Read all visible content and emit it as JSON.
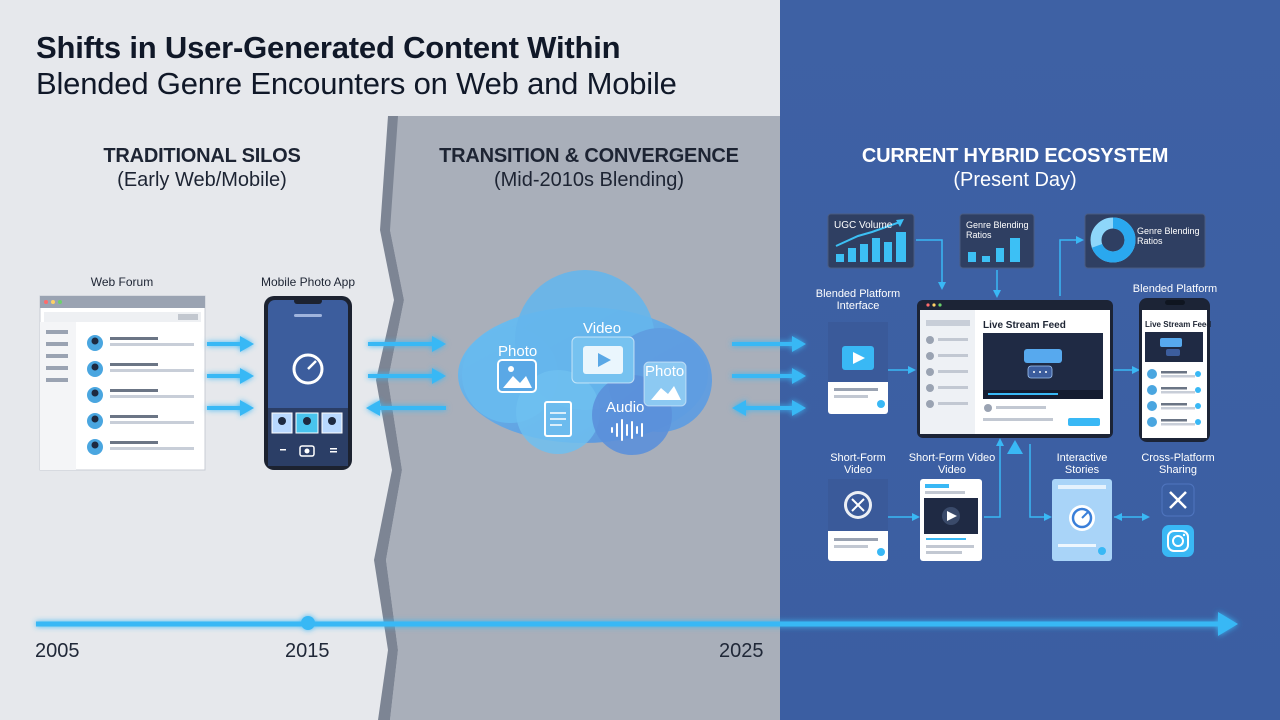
{
  "title": {
    "line1": "Shifts in User-Generated Content Within",
    "line2": "Blended Genre Encounters on Web and Mobile"
  },
  "sections": {
    "silos": {
      "heading": "TRADITIONAL SILOS",
      "sub": "(Early Web/Mobile)"
    },
    "transition": {
      "heading": "TRANSITION & CONVERGENCE",
      "sub": "(Mid-2010s Blending)"
    },
    "hybrid": {
      "heading": "CURRENT HYBRID ECOSYSTEM",
      "sub": "(Present Day)"
    }
  },
  "silos": {
    "web_forum_label": "Web Forum",
    "mobile_app_label": "Mobile Photo App"
  },
  "cloud": {
    "photo_left": "Photo",
    "video": "Video",
    "photo_right": "Photo",
    "audio": "Audio"
  },
  "hybrid": {
    "ugc_volume": "UGC Volume",
    "genre_ratios_small": "Genre Blending Ratios",
    "genre_ratios_pie": "Genre Blending Ratios",
    "blended_interface": "Blended Platform Interface",
    "blended_platform": "Blended Platform",
    "live_stream_feed": "Live Stream Feed",
    "phone_live_stream": "Live Stream Feed",
    "short_form_1": "Short-Form Video",
    "short_form_2": "Short-Form Video Video",
    "interactive_stories": "Interactive Stories",
    "cross_platform": "Cross-Platform Sharing"
  },
  "timeline": {
    "years": [
      "2005",
      "2015",
      "2025"
    ]
  },
  "colors": {
    "accent": "#39b8f5",
    "left_bg": "#e6e8ec",
    "middle_bg": "#a9afba",
    "right_bg": "#3b5fa3",
    "title": "#101828"
  },
  "icons": {
    "x_logo": "x-logo-icon",
    "instagram_logo": "instagram-logo-icon",
    "camera": "camera-icon",
    "play": "play-icon"
  }
}
